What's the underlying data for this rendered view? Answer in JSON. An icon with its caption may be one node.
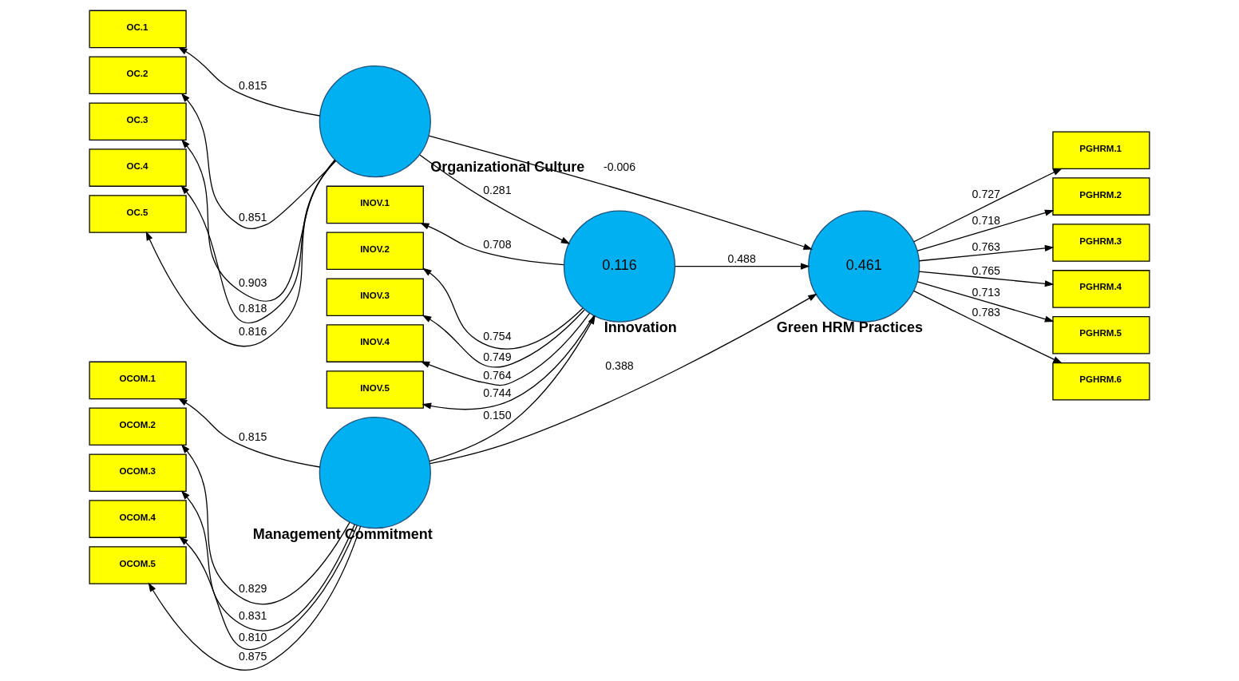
{
  "diagram": {
    "nodes": [
      {
        "text": [
          "OC.1"
        ]
      },
      {
        "text": [
          "OC.2"
        ]
      },
      {
        "text": [
          "OC.3"
        ]
      },
      {
        "text": [
          "OC.4"
        ]
      },
      {
        "text": [
          "OC.5"
        ]
      },
      {
        "text": [
          "Organizational Culture"
        ]
      },
      {
        "text": [
          "INOV.1"
        ]
      },
      {
        "text": [
          "INOV.2"
        ]
      },
      {
        "text": [
          "INOV.3"
        ]
      },
      {
        "text": [
          "INOV.4"
        ]
      },
      {
        "text": [
          "INOV.5"
        ]
      },
      {
        "text": [
          "0.116",
          "Innovation"
        ]
      },
      {
        "text": [
          "0.461",
          "Green HRM Practices"
        ]
      },
      {
        "text": [
          "PGHRM.1"
        ]
      },
      {
        "text": [
          "PGHRM.2"
        ]
      },
      {
        "text": [
          "PGHRM.3"
        ]
      },
      {
        "text": [
          "PGHRM.4"
        ]
      },
      {
        "text": [
          "PGHRM.5"
        ]
      },
      {
        "text": [
          "PGHRM.6"
        ]
      },
      {
        "text": [
          "OCOM.1"
        ]
      },
      {
        "text": [
          "OCOM.2"
        ]
      },
      {
        "text": [
          "OCOM.3"
        ]
      },
      {
        "text": [
          "OCOM.4"
        ]
      },
      {
        "text": [
          "OCOM.5"
        ]
      },
      {
        "text": [
          "Management Commitment"
        ]
      }
    ],
    "edges": [
      {
        "from": 5,
        "to": 0,
        "arrow": "to",
        "label": "0.815"
      },
      {
        "from": 5,
        "to": 1,
        "arrow": "to",
        "label": "0.851"
      },
      {
        "from": 5,
        "to": 2,
        "arrow": "to",
        "label": "0.903"
      },
      {
        "from": 5,
        "to": 3,
        "arrow": "to",
        "label": "0.818"
      },
      {
        "from": 5,
        "to": 4,
        "arrow": "to",
        "label": "0.816"
      },
      {
        "from": 5,
        "to": 11,
        "arrow": "to",
        "label": "0.281"
      },
      {
        "from": 5,
        "to": 12,
        "arrow": "to",
        "label": "-0.006"
      },
      {
        "from": 11,
        "to": 6,
        "arrow": "to",
        "label": "0.708"
      },
      {
        "from": 11,
        "to": 7,
        "arrow": "to",
        "label": "0.754"
      },
      {
        "from": 11,
        "to": 8,
        "arrow": "to",
        "label": "0.749"
      },
      {
        "from": 11,
        "to": 9,
        "arrow": "to",
        "label": "0.764"
      },
      {
        "from": 11,
        "to": 10,
        "arrow": "to",
        "label": "0.744"
      },
      {
        "from": 11,
        "to": 12,
        "arrow": "to",
        "label": "0.488"
      },
      {
        "from": 12,
        "to": 13,
        "arrow": "to",
        "label": "0.727"
      },
      {
        "from": 12,
        "to": 14,
        "arrow": "to",
        "label": "0.718"
      },
      {
        "from": 12,
        "to": 15,
        "arrow": "to",
        "label": "0.763"
      },
      {
        "from": 12,
        "to": 16,
        "arrow": "to",
        "label": "0.765"
      },
      {
        "from": 12,
        "to": 17,
        "arrow": "to",
        "label": "0.713"
      },
      {
        "from": 12,
        "to": 18,
        "arrow": "to",
        "label": "0.783"
      },
      {
        "from": 24,
        "to": 11,
        "arrow": "to",
        "label": "0.150"
      },
      {
        "from": 24,
        "to": 12,
        "arrow": "to",
        "label": "0.388"
      },
      {
        "from": 24,
        "to": 19,
        "arrow": "to",
        "label": "0.815"
      },
      {
        "from": 24,
        "to": 20,
        "arrow": "to",
        "label": "0.829"
      },
      {
        "from": 24,
        "to": 21,
        "arrow": "to",
        "label": "0.831"
      },
      {
        "from": 24,
        "to": 22,
        "arrow": "to",
        "label": "0.810"
      },
      {
        "from": 24,
        "to": 23,
        "arrow": "to",
        "label": "0.875"
      }
    ]
  }
}
